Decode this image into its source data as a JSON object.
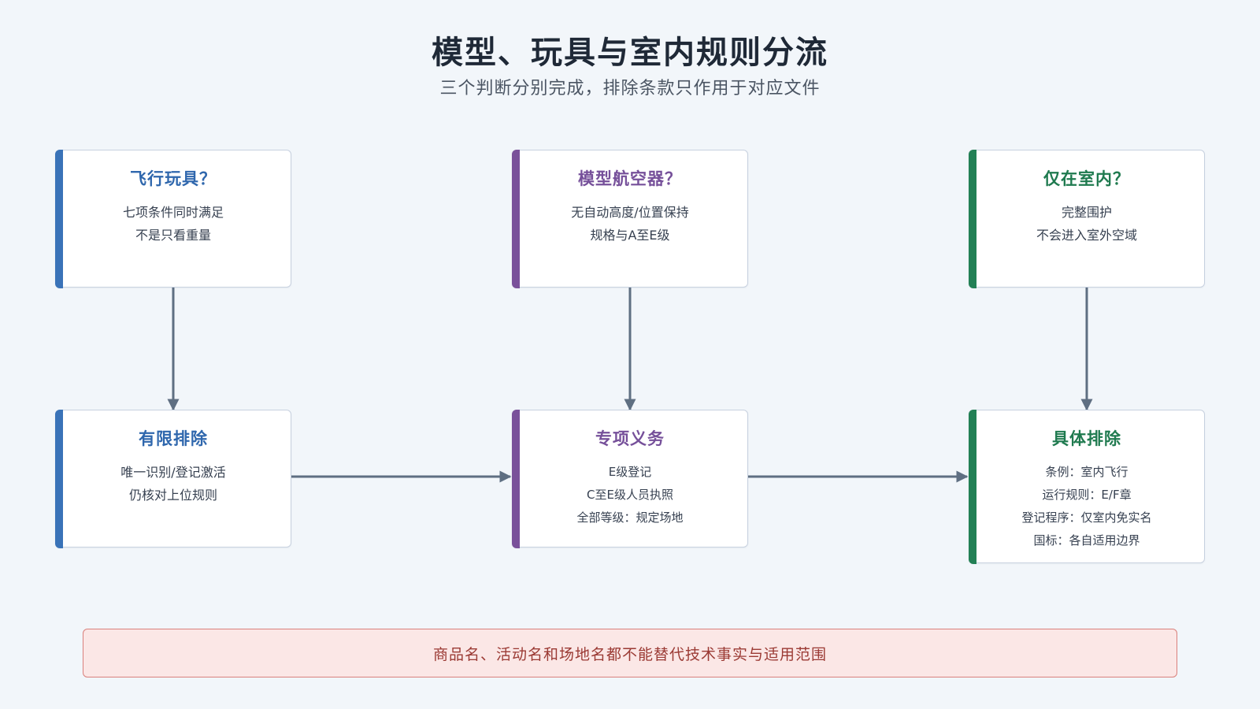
{
  "header": {
    "title": "模型、玩具与室内规则分流",
    "subtitle": "三个判断分别完成，排除条款只作用于对应文件"
  },
  "cards": {
    "toy_question": {
      "title": "飞行玩具？",
      "lines": [
        "七项条件同时满足",
        "不是只看重量"
      ]
    },
    "model_question": {
      "title": "模型航空器？",
      "lines": [
        "无自动高度/位置保持",
        "规格与A至E级"
      ]
    },
    "indoor_question": {
      "title": "仅在室内？",
      "lines": [
        "完整围护",
        "不会进入室外空域"
      ]
    },
    "limited_exclusion": {
      "title": "有限排除",
      "lines": [
        "唯一识别/登记激活",
        "仍核对上位规则"
      ]
    },
    "special_obligations": {
      "title": "专项义务",
      "lines": [
        "E级登记",
        "C至E级人员执照",
        "全部等级：规定场地"
      ]
    },
    "specific_exclusion": {
      "title": "具体排除",
      "lines": [
        "条例：室内飞行",
        "运行规则：E/F章",
        "登记程序：仅室内免实名",
        "国标：各自适用边界"
      ]
    }
  },
  "footer_note": "商品名、活动名和场地名都不能替代技术事实与适用范围",
  "colors": {
    "blue": "#3a73b8",
    "purple": "#7a519a",
    "green": "#238055",
    "connector": "#5f6f82",
    "note_border": "#d9807c",
    "note_fill": "#fbe7e6"
  }
}
